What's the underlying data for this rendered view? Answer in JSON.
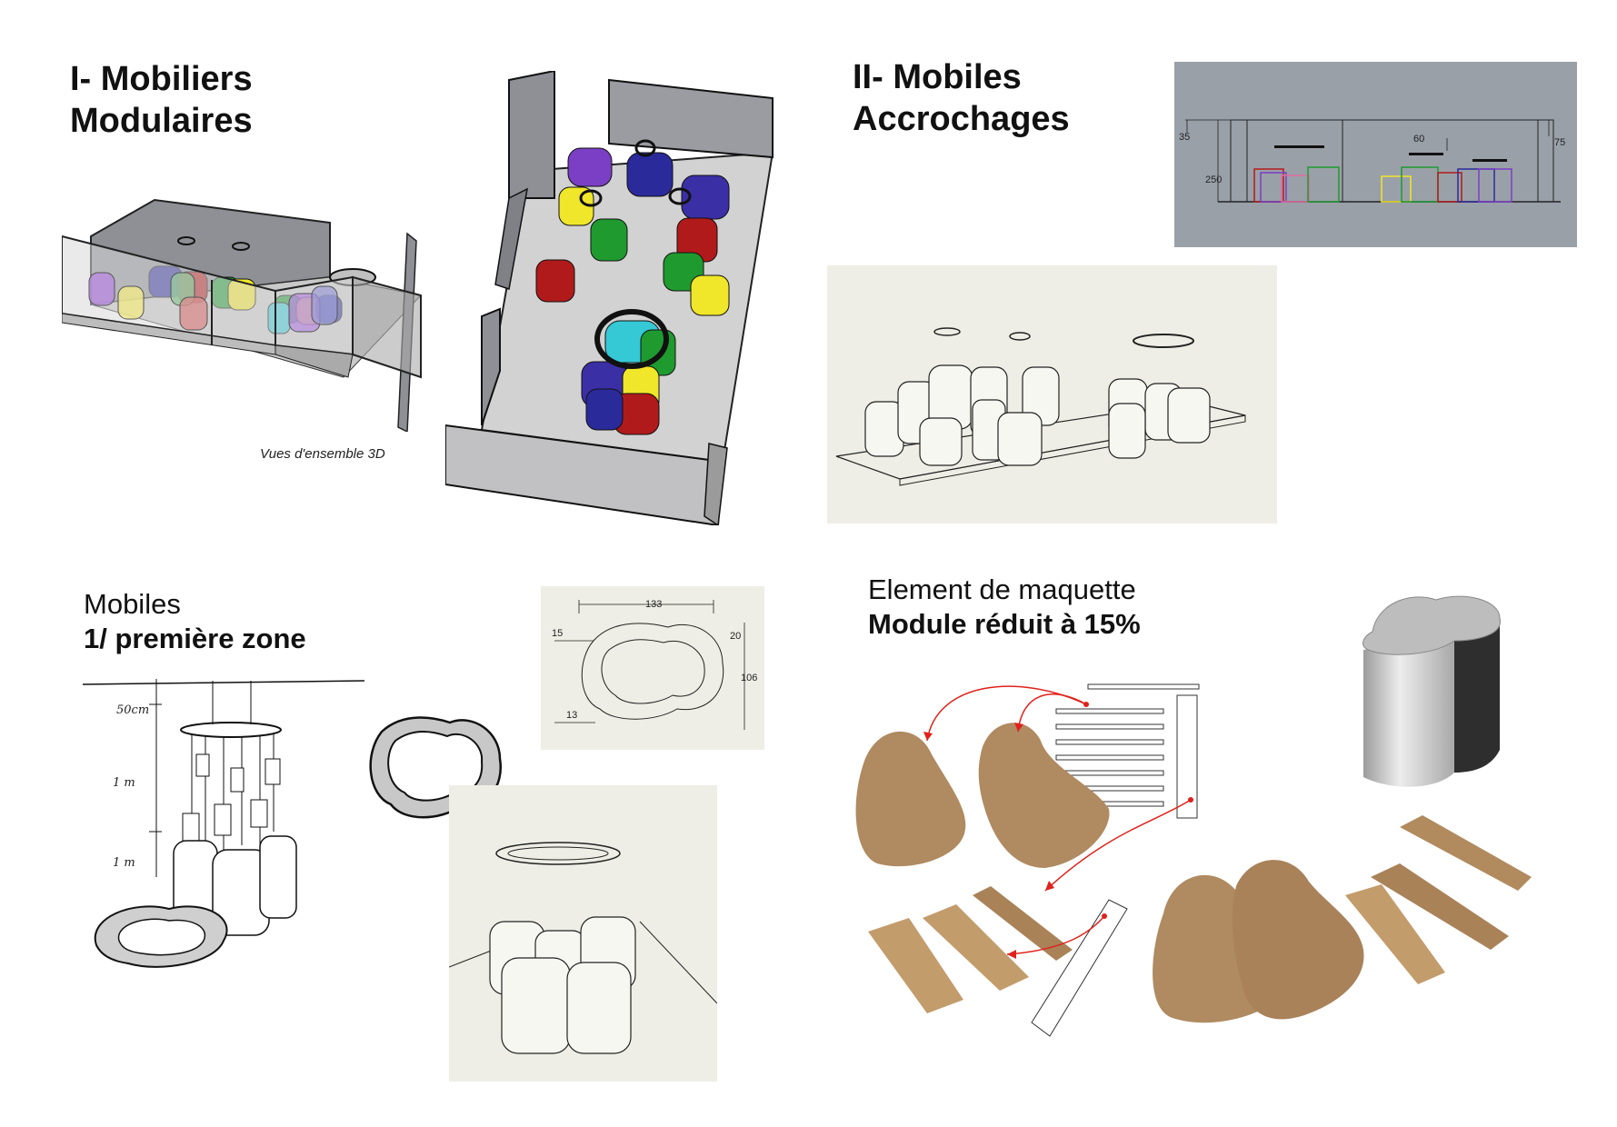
{
  "section1": {
    "title_line1": "I- Mobiliers",
    "title_line2": "Modulaires",
    "caption": "Vues d'ensemble 3D"
  },
  "section2": {
    "title_line1": "II- Mobiles",
    "title_line2": "Accrochages",
    "elevation_dims": {
      "d35": "35",
      "d250": "250",
      "d60": "60",
      "d75": "75"
    }
  },
  "section3": {
    "title_line1": "Mobiles",
    "title_line2": "1/ première zone",
    "sketch_labels": {
      "l1": "50cm",
      "l2": "1 m",
      "l3": "1 m"
    },
    "plan_dims": {
      "w": "133",
      "t1": "15",
      "t2": "13",
      "h": "106",
      "s": "20"
    }
  },
  "section4": {
    "title_line1": "Element de maquette",
    "title_line2": "Module réduit à 15%"
  },
  "colors": {
    "purple": "#7a3fc4",
    "navy": "#2a2a9a",
    "red": "#b11a1a",
    "green": "#1f9a2f",
    "yellow": "#f0e62a",
    "cyan": "#35c9d6",
    "cardboard": "#b08a60",
    "arrow": "#e0211b"
  }
}
